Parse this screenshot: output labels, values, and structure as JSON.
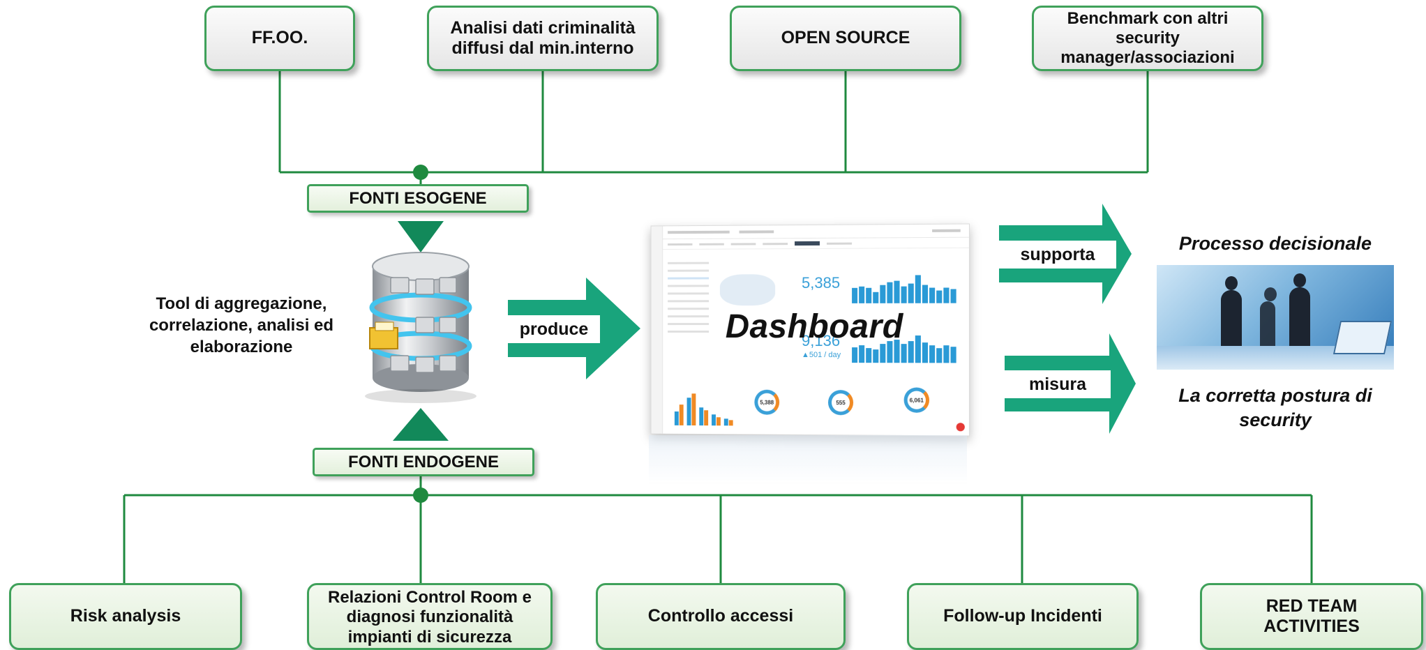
{
  "colors": {
    "line": "#1f8a3f",
    "arrow_dark": "#12895a",
    "arrow": "#19a47c",
    "box_border": "#3fa15a"
  },
  "top_sources": [
    {
      "label": "FF.OO."
    },
    {
      "label": "Analisi dati criminalità diffusi dal min.interno"
    },
    {
      "label": "OPEN SOURCE"
    },
    {
      "label": "Benchmark con altri security manager/associazioni"
    }
  ],
  "tag_exogenous": "FONTI ESOGENE",
  "tag_endogenous": "FONTI ENDOGENE",
  "tool_label": "Tool di aggregazione, correlazione, analisi ed elaborazione",
  "produce_label": "produce",
  "dashboard_label": "Dashboard",
  "dashboard_numbers": {
    "users": "5,385",
    "sessions": "9,136",
    "per_day": "▲501 / day",
    "ring1": "5,388",
    "ring2": "555",
    "ring3": "6,061"
  },
  "supporta_label": "supporta",
  "misura_label": "misura",
  "decision_title": "Processo decisionale",
  "posture_title": "La corretta postura di security",
  "bottom_sources": [
    {
      "label": "Risk analysis"
    },
    {
      "label": "Relazioni Control Room e diagnosi funzionalità impianti di sicurezza"
    },
    {
      "label": "Controllo accessi"
    },
    {
      "label": "Follow-up Incidenti"
    },
    {
      "label": "RED TEAM ACTIVITIES"
    }
  ]
}
